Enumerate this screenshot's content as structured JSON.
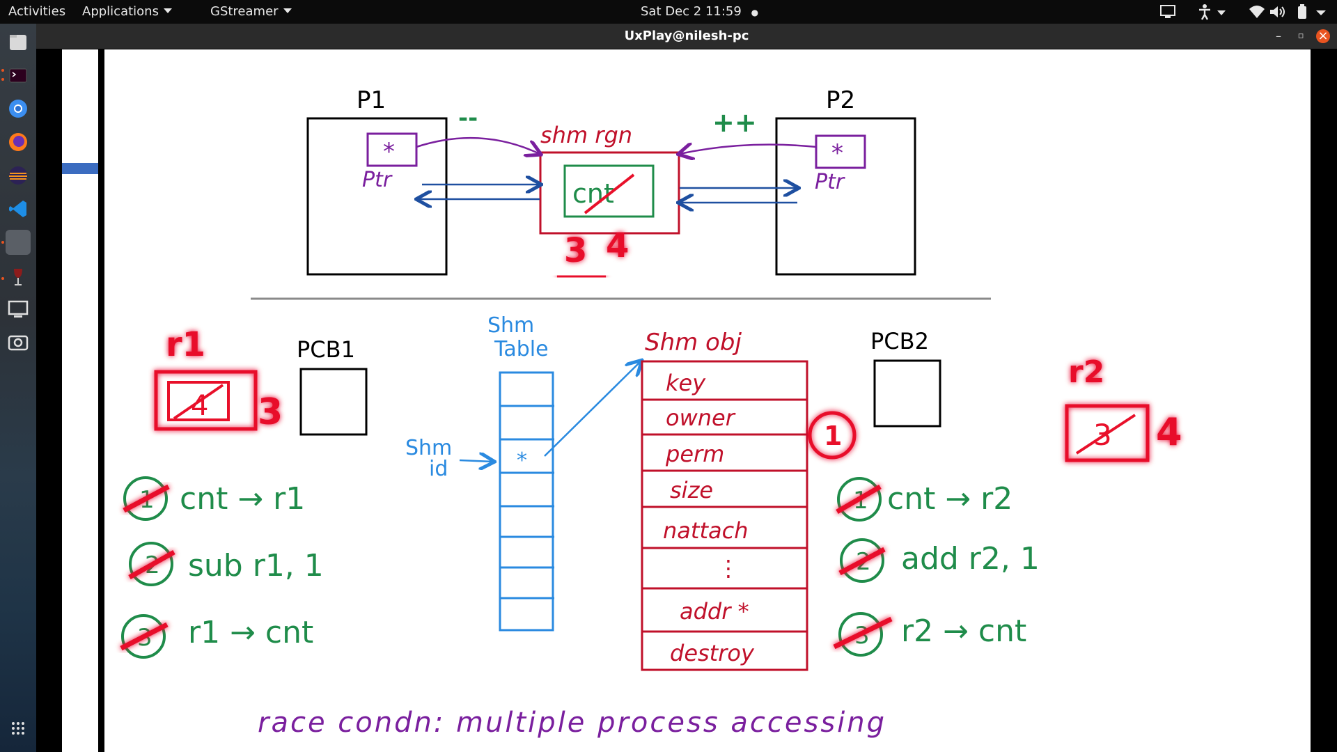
{
  "topbar": {
    "activities": "Activities",
    "applications": "Applications",
    "app_menu": "GStreamer",
    "clock": "Sat Dec 2  11:59",
    "clock_dot": "●"
  },
  "window": {
    "title": "UxPlay@nilesh-pc",
    "minimize": "–",
    "maximize": "▫",
    "close": "×"
  },
  "dock": {
    "items": [
      "files-icon",
      "terminal-icon",
      "chromium-icon",
      "firefox-icon",
      "eclipse-icon",
      "vscode-icon",
      "blank-app-icon",
      "wine-icon",
      "display-icon",
      "camera-icon",
      "app-grid-icon"
    ]
  },
  "whiteboard": {
    "p1": "P1",
    "p2": "P2",
    "decrement": "--",
    "increment": "++",
    "ptr_star": "*",
    "ptr": "Ptr",
    "shm_region": "shm rgn",
    "cnt": "cnt",
    "cnt_values": [
      "3",
      "4"
    ],
    "r1": "r1",
    "r2": "r2",
    "pcb1": "PCB1",
    "pcb2": "PCB2",
    "r1_values": [
      "4",
      "3"
    ],
    "r2_values": [
      "3",
      "4"
    ],
    "shm_table": [
      "Shm",
      "Table"
    ],
    "shm_id": [
      "Shm",
      "id"
    ],
    "shm_obj": "Shm obj",
    "shm_fields": [
      "key",
      "owner",
      "perm",
      "size",
      "nattach",
      "⋮",
      "addr *",
      "destroy"
    ],
    "circle_one": "1",
    "p1_steps": [
      "cnt → r1",
      "sub r1, 1",
      "r1 → cnt"
    ],
    "p2_steps": [
      "cnt → r2",
      "add r2, 1",
      "r2 → cnt"
    ],
    "step_numbers": [
      "1",
      "2",
      "3"
    ],
    "footer": "race condn: multiple process accessing"
  }
}
